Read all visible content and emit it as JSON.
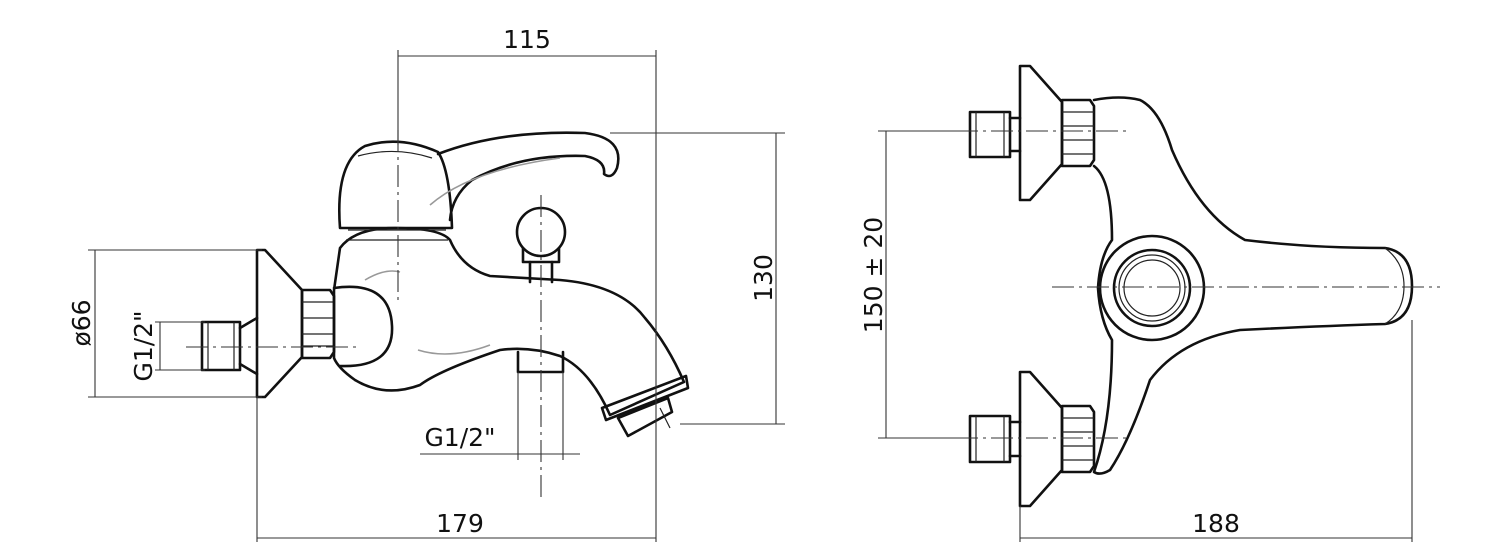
{
  "dimensions": {
    "side_height": "115",
    "overall_height": "130",
    "flange_diameter": "ø66",
    "inlet_thread": "G1/2\"",
    "outlet_thread": "G1/2\"",
    "side_width": "179",
    "centres": "150 ± 20",
    "front_width": "188"
  }
}
